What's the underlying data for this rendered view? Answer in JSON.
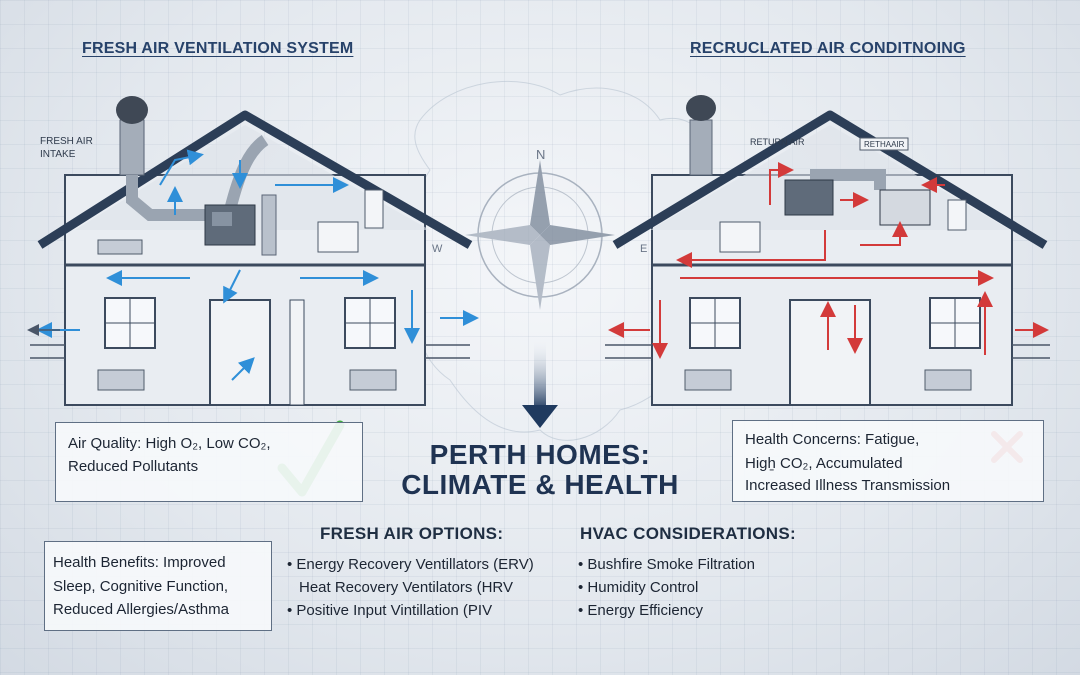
{
  "left_panel": {
    "title": "FRESH AIR VENTILATION SYSTEM",
    "intake_label_line1": "FRESH AIR",
    "intake_label_line2": "INTAKE"
  },
  "right_panel": {
    "title": "RECRUCLATED AIR CONDITNOING",
    "return_air_label": "RETURN AIR",
    "unit_label": "RETHAAIR"
  },
  "compass": {
    "north": "N",
    "west": "W",
    "east": "E"
  },
  "air_quality_box": {
    "line1": "Air Quality: High O₂, Low CO₂,",
    "line2": "Reduced Pollutants"
  },
  "health_concerns_box": {
    "line1": "Health Concerns: Fatigue,",
    "line2": "Higẖ CO₂, Accumulated",
    "line3": "Increased Illness Transmission"
  },
  "center": {
    "title_line1": "PERTH HOMES:",
    "title_line2": "CLIMATE & HEALTH"
  },
  "health_benefits_box": {
    "line1": "Health Benefits: Improved",
    "line2": "Sleep, Cognitive Function,",
    "line3": "Reduced Allergies/Asthma"
  },
  "fresh_air_options": {
    "heading": "FRESH AIR OPTIONS:",
    "items": [
      "Energy Recovery Ventillators (ERV)",
      "Heat Recovery Ventilators (HRV",
      "Positive Input Vintillation (PIV"
    ]
  },
  "hvac_considerations": {
    "heading": "HVAC CONSIDERATIONS:",
    "items": [
      "Bushfire Smoke Filtration",
      "Humidity Control",
      "Energy Efficiency"
    ]
  },
  "colors": {
    "fresh_arrow": "#2f8fd8",
    "recirc_arrow": "#d33a3a",
    "check": "#3fae3f",
    "cross": "#d93333",
    "roof": "#2c3e57"
  }
}
